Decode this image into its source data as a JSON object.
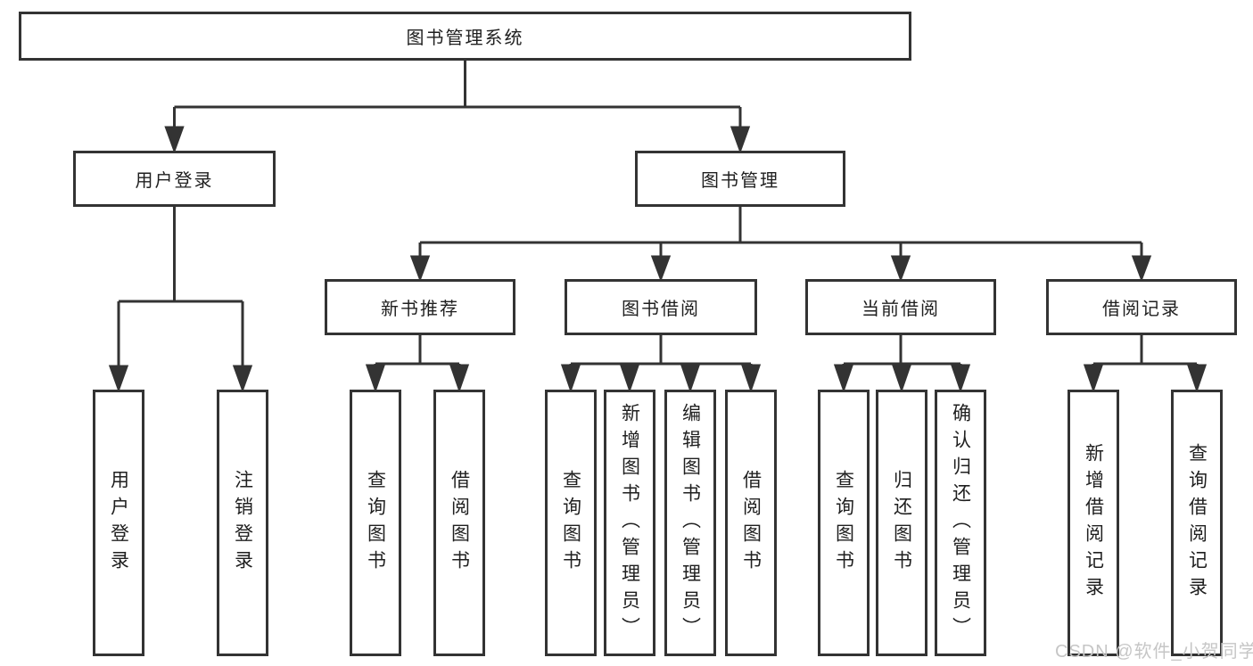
{
  "tree": {
    "label": "图书管理系统",
    "children": [
      {
        "label": "用户登录",
        "children": [
          {
            "label": "用户登录"
          },
          {
            "label": "注销登录"
          }
        ]
      },
      {
        "label": "图书管理",
        "children": [
          {
            "label": "新书推荐",
            "children": [
              {
                "label": "查询图书"
              },
              {
                "label": "借阅图书"
              }
            ]
          },
          {
            "label": "图书借阅",
            "children": [
              {
                "label": "查询图书"
              },
              {
                "label": "新增图书（管理员）"
              },
              {
                "label": "编辑图书（管理员）"
              },
              {
                "label": "借阅图书"
              }
            ]
          },
          {
            "label": "当前借阅",
            "children": [
              {
                "label": "查询图书"
              },
              {
                "label": "归还图书"
              },
              {
                "label": "确认归还（管理员）"
              }
            ]
          },
          {
            "label": "借阅记录",
            "children": [
              {
                "label": "新增借阅记录"
              },
              {
                "label": "查询借阅记录"
              }
            ]
          }
        ]
      }
    ]
  },
  "watermark": "CSDN @软件_小贺同学",
  "colors": {
    "line": "#333333",
    "box_border": "#333333",
    "text": "#1f1f1f",
    "watermark": "#c6c6c6",
    "background": "#ffffff"
  }
}
